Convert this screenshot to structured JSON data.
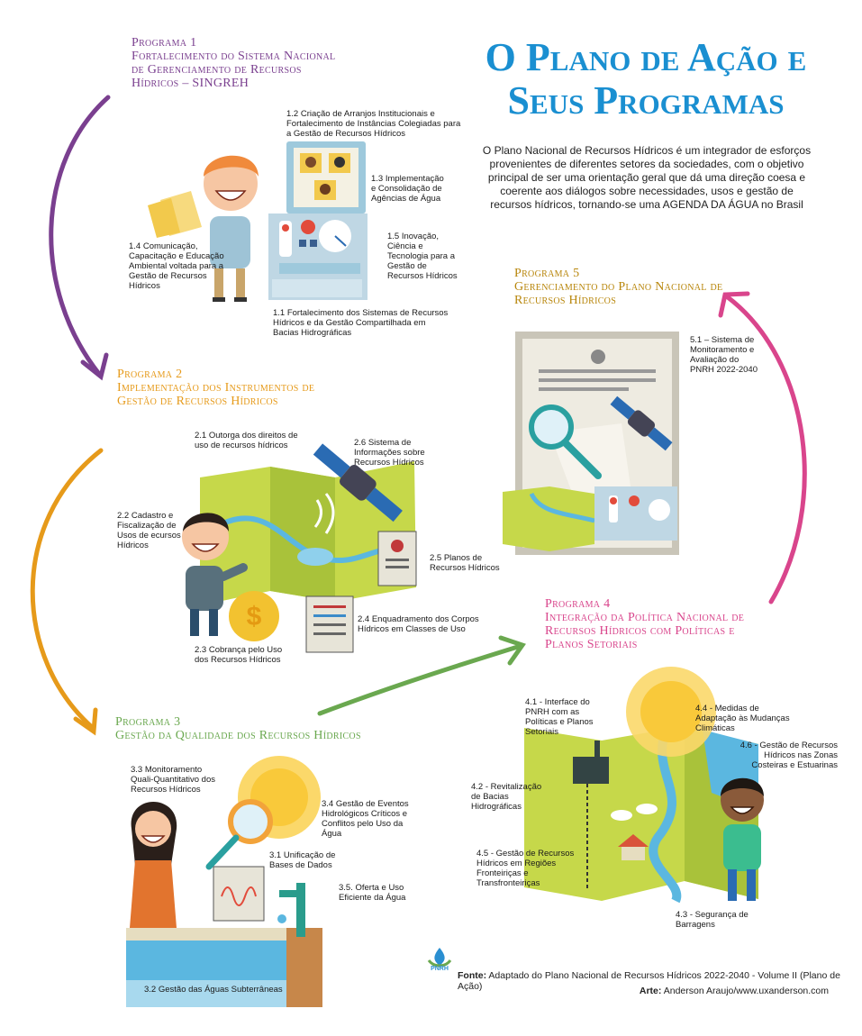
{
  "title": "O Plano de Ação e Seus Programas",
  "intro": "O Plano Nacional de Recursos Hídricos é um integrador de esforços provenientes de diferentes setores da sociedades, com o objetivo principal de ser uma orientação geral que dá uma direção coesa e coerente aos diálogos sobre necessidades, usos e gestão de recursos hídricos, tornando-se uma AGENDA DA ÁGUA no Brasil",
  "programs": [
    {
      "heading": "Programa 1",
      "title": "Fortalecimento do Sistema Nacional de Gerenciamento de Recursos Hídricos – SINGREH",
      "items": [
        "1.1 Fortalecimento dos Sistemas de Recursos Hídricos e da Gestão Compartilhada em Bacias Hidrográficas",
        "1.2 Criação de Arranjos Institucionais e Fortalecimento de Instâncias Colegiadas para a Gestão de Recursos Hídricos",
        "1.3 Implementação e Consolidação de Agências de Água",
        "1.4 Comunicação, Capacitação e Educação Ambiental voltada para a Gestão de Recursos Hídricos",
        "1.5 Inovação, Ciência e Tecnologia para a Gestão de Recursos Hídricos"
      ]
    },
    {
      "heading": "Programa 2",
      "title": "Implementação dos Instrumentos de Gestão de Recursos Hídricos",
      "items": [
        "2.1 Outorga dos direitos de uso de recursos hídricos",
        "2.2 Cadastro e Fiscalização de Usos de ecursos Hídricos",
        "2.3 Cobrança pelo Uso dos Recursos Hídricos",
        "2.4 Enquadramento dos Corpos Hídricos em Classes de Uso",
        "2.5 Planos de Recursos Hídricos",
        "2.6 Sistema de Informações sobre Recursos Hídricos"
      ]
    },
    {
      "heading": "Programa 3",
      "title": "Gestão da Qualidade dos Recursos Hídricos",
      "items": [
        "3.1 Unificação de Bases de Dados",
        "3.2 Gestão das Águas Subterrâneas",
        "3.3 Monitoramento Quali-Quantitativo dos Recursos Hídricos",
        "3.4 Gestão de Eventos Hidrológicos Críticos e Conflitos pelo Uso da Água",
        "3.5. Oferta e Uso Eficiente da Água"
      ]
    },
    {
      "heading": "Programa 4",
      "title": "Integração da Política Nacional de Recursos Hídricos com Políticas e Planos Setoriais",
      "items": [
        "4.1 - Interface do PNRH com as Políticas e Planos Setoriais",
        "4.2 - Revitalização de Bacias Hidrográficas",
        "4.3 - Segurança de Barragens",
        "4.4 - Medidas de Adaptação às Mudanças Climáticas",
        "4.5 - Gestão de Recursos Hídricos em Regiões Fronteiriças e Transfronteiriças",
        "4.6 - Gestão de Recursos Hídricos nas Zonas Costeiras e Estuarinas"
      ]
    },
    {
      "heading": "Programa 5",
      "title": "Gerenciamento do Plano Nacional de Recursos Hídricos",
      "items": [
        "5.1 – Sistema de Monitoramento e Avaliação do PNRH 2022-2040"
      ]
    }
  ],
  "logo_text": "PNRH",
  "source_label": "Fonte:",
  "source_text": " Adaptado do Plano Nacional de Recursos Hídricos 2022-2040 - Volume II (Plano de Ação)",
  "credit_label": "Arte:",
  "credit_text": " Anderson Araujo/www.uxanderson.com",
  "colors": {
    "p1": "#7a3f8f",
    "p2": "#e69a1a",
    "p3": "#6aa84f",
    "p4": "#d9458c",
    "p5": "#b8860b",
    "title": "#1a8fd1"
  }
}
